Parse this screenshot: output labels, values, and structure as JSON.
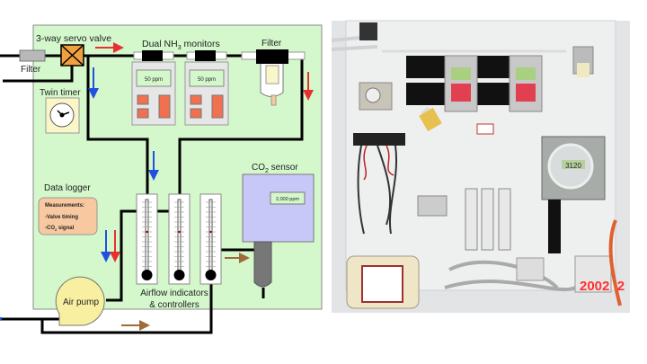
{
  "diagram": {
    "valve_label": "3-way servo valve",
    "inlet_filter_label": "Filter",
    "monitors_label_main": "Dual NH",
    "monitors_label_sub": "3",
    "monitors_label_end": " monitors",
    "monitor_1_display": "50 ppm",
    "monitor_2_display": "50 ppm",
    "filter_label": "Filter",
    "timer_label": "Twin timer",
    "logger_label": "Data logger",
    "logger_heading": "Measurements:",
    "logger_item_1": "-Valve timing",
    "logger_item_2_main": "-CO",
    "logger_item_2_sub": "2",
    "logger_item_2_end": " signal",
    "co2_label_main": "CO",
    "co2_label_sub": "2",
    "co2_label_end": " sensor",
    "co2_display": "2,000 ppm",
    "pump_label": "Air pump",
    "flow_label_1": "Airflow indicators",
    "flow_label_2": "& controllers",
    "colors": {
      "panel": "#d4f8cc",
      "valve": "#f0a040",
      "monitor_button": "#f07050",
      "logger": "#f8c8a0",
      "co2_sensor": "#c8c8f8",
      "pump": "#f8f0a0",
      "arrow_red": "#e83030",
      "arrow_blue": "#2050e0",
      "arrow_brown": "#a06a3a"
    }
  },
  "photo": {
    "co2_readout": "3120",
    "date_stamp": "2002  2"
  }
}
